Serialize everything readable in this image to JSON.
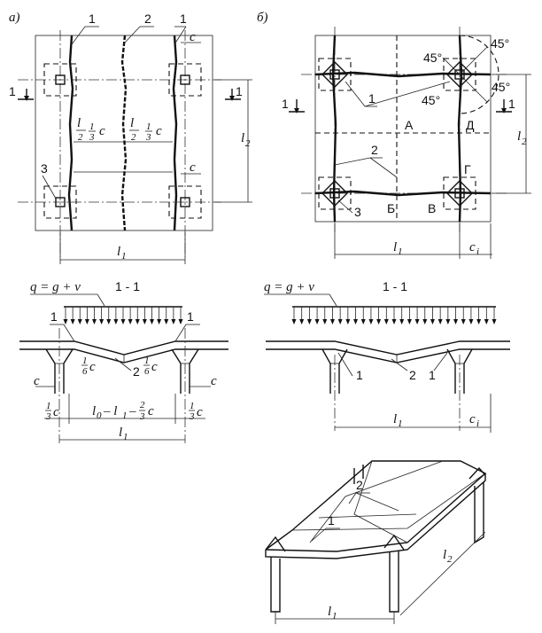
{
  "panel_a": {
    "tag": "а)",
    "callout_1": "1",
    "callout_1b": "1",
    "callout_2": "2",
    "callout_3": "3",
    "section_mark": "1",
    "dim_c": "c",
    "dim_l1": "l",
    "dim_l1_sub": "1",
    "dim_l2": "l",
    "dim_l2_sub": "2",
    "frac_l": "l",
    "frac_one": "1",
    "frac_two": "2",
    "frac_three": "3",
    "frac_c": "c"
  },
  "panel_b": {
    "tag": "б)",
    "angle_1": "45°",
    "angle_2": "45°",
    "angle_3": "45°",
    "angle_4": "45°",
    "point_A": "А",
    "point_D": "Д",
    "point_G": "Г",
    "point_B": "Б",
    "point_V": "В",
    "callout_1": "1",
    "callout_2": "2",
    "callout_3": "3",
    "section_mark": "1",
    "dim_l1": "l",
    "dim_l1_sub": "1",
    "dim_l2": "l",
    "dim_l2_sub": "2",
    "dim_ci": "c",
    "dim_ci_sub": "i"
  },
  "section_a": {
    "load_label": "q = g + v",
    "title": "1 - 1",
    "callout_1": "1",
    "callout_1b": "1",
    "callout_2": "2",
    "sixth_num": "1",
    "sixth_den": "6",
    "dim_c": "c",
    "third_num": "1",
    "third_den": "3",
    "l0_formula_a": "l",
    "l0_formula_b": "0",
    "l0_formula_c": "– l",
    "l0_formula_d": "1",
    "l0_formula_e": "–",
    "l0_formula_f": "2",
    "l0_formula_g": "3",
    "dim_l1": "l",
    "dim_l1_sub": "1"
  },
  "section_b": {
    "load_label": "q = g + v",
    "title": "1 - 1",
    "callout_1": "1",
    "callout_2": "2",
    "callout_1b": "1",
    "dim_l1": "l",
    "dim_l1_sub": "1",
    "dim_ci": "c",
    "dim_ci_sub": "i"
  },
  "iso": {
    "callout_1": "1",
    "callout_2": "2",
    "dim_l1": "l",
    "dim_l1_sub": "1",
    "dim_l2": "l",
    "dim_l2_sub": "2"
  }
}
